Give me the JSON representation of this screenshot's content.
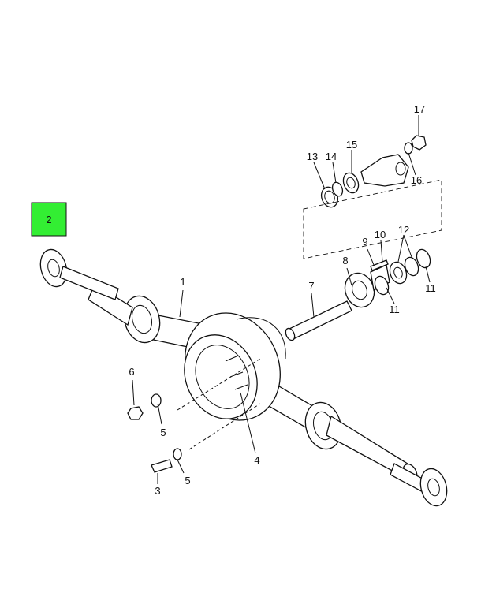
{
  "callouts": [
    {
      "id": "c1",
      "label": "1"
    },
    {
      "id": "c2",
      "label": "2",
      "highlighted": true
    },
    {
      "id": "c3",
      "label": "3"
    },
    {
      "id": "c4",
      "label": "4"
    },
    {
      "id": "c5a",
      "label": "5"
    },
    {
      "id": "c5b",
      "label": "5"
    },
    {
      "id": "c6",
      "label": "6"
    },
    {
      "id": "c7",
      "label": "7"
    },
    {
      "id": "c8",
      "label": "8"
    },
    {
      "id": "c9",
      "label": "9"
    },
    {
      "id": "c10",
      "label": "10"
    },
    {
      "id": "c11a",
      "label": "11"
    },
    {
      "id": "c11b",
      "label": "11"
    },
    {
      "id": "c12",
      "label": "12"
    },
    {
      "id": "c13",
      "label": "13"
    },
    {
      "id": "c14",
      "label": "14"
    },
    {
      "id": "c15",
      "label": "15"
    },
    {
      "id": "c16",
      "label": "16"
    },
    {
      "id": "c17",
      "label": "17"
    }
  ],
  "colors": {
    "highlight": "#33ee33",
    "line": "#111111",
    "background": "#ffffff"
  }
}
